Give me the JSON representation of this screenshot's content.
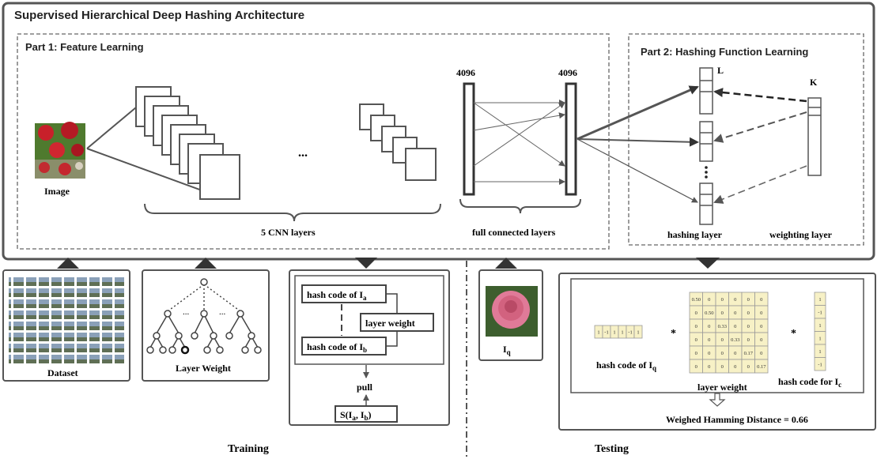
{
  "title": "Supervised Hierarchical Deep Hashing Architecture",
  "part1": {
    "title": "Part 1: Feature Learning",
    "image_label": "Image",
    "ellipsis": "...",
    "cnn_label": "5 CNN layers",
    "fc_label": "full connected layers",
    "fc_dim_left": "4096",
    "fc_dim_right": "4096"
  },
  "part2": {
    "title": "Part 2: Hashing Function Learning",
    "L": "L",
    "K": "K",
    "hashing_layer_label": "hashing layer",
    "weighting_layer_label": "weighting layer"
  },
  "training": {
    "label": "Training",
    "dataset_label": "Dataset",
    "layer_weight_label": "Layer Weight",
    "hash_a": "hash code of I",
    "hash_a_sub": "a",
    "hash_b": "hash code of I",
    "hash_b_sub": "b",
    "layer_weight_box": "layer weight",
    "pull": "pull",
    "similarity_prefix": "S(I",
    "similarity_sub_a": "a",
    "similarity_mid": ", I",
    "similarity_sub_b": "b",
    "similarity_suffix": ")"
  },
  "query": {
    "label": "I",
    "sub": "q"
  },
  "testing": {
    "label": "Testing",
    "hash_q_label": "hash code of I",
    "hash_q_sub": "q",
    "hash_q_values": [
      "1",
      "-1",
      "1",
      "1",
      "-1",
      "1"
    ],
    "star": "*",
    "matrix": [
      [
        "0.50",
        "0",
        "0",
        "0",
        "0",
        "0"
      ],
      [
        "0",
        "0.50",
        "0",
        "0",
        "0",
        "0"
      ],
      [
        "0",
        "0",
        "0.33",
        "0",
        "0",
        "0"
      ],
      [
        "0",
        "0",
        "0",
        "0.33",
        "0",
        "0"
      ],
      [
        "0",
        "0",
        "0",
        "0",
        "0.17",
        "0"
      ],
      [
        "0",
        "0",
        "0",
        "0",
        "0",
        "0.17"
      ]
    ],
    "layer_weight_label": "layer weight",
    "hash_c_label": "hash code for I",
    "hash_c_sub": "c",
    "hash_c_values": [
      "1",
      "-1",
      "1",
      "1",
      "1",
      "-1"
    ],
    "result": "Weighed Hamming Distance = 0.66"
  },
  "colors": {
    "frame": "#555555",
    "cell_fill": "#f7f1c6",
    "cell_stroke": "#999999",
    "triangle": "#333333"
  }
}
